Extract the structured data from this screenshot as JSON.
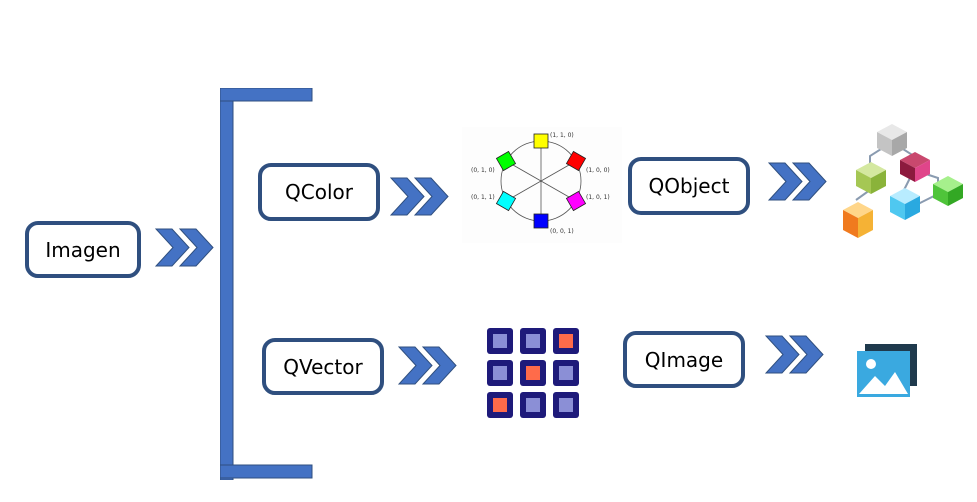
{
  "nodes": {
    "imagen": "Imagen",
    "qcolor": "QColor",
    "qvector": "QVector",
    "qobject": "QObject",
    "qimage": "QImage"
  },
  "color_wheel": {
    "labels": [
      "(1, 1, 0)",
      "(1, 0, 0)",
      "(1, 0, 1)",
      "(0, 0, 1)",
      "(0, 1, 1)",
      "(0, 1, 0)"
    ],
    "colors": [
      "#ffff00",
      "#ff0000",
      "#ff00ff",
      "#0000ff",
      "#00ffff",
      "#00ff00"
    ]
  },
  "colors": {
    "box_border": "#2f4f7f",
    "arrow": "#4472c4",
    "bracket": "#4472c4",
    "grid_cell": "#8b8fd6",
    "grid_highlight": "#ff6b4a",
    "grid_border": "#1e1a7a"
  },
  "vector_grid": {
    "cells": [
      "normal",
      "normal",
      "highlight",
      "normal",
      "highlight",
      "normal",
      "highlight",
      "normal",
      "normal"
    ]
  },
  "icons": [
    "chevron-arrow-icon",
    "color-wheel-icon",
    "object-graph-icon",
    "vector-grid-icon",
    "image-gallery-icon"
  ]
}
